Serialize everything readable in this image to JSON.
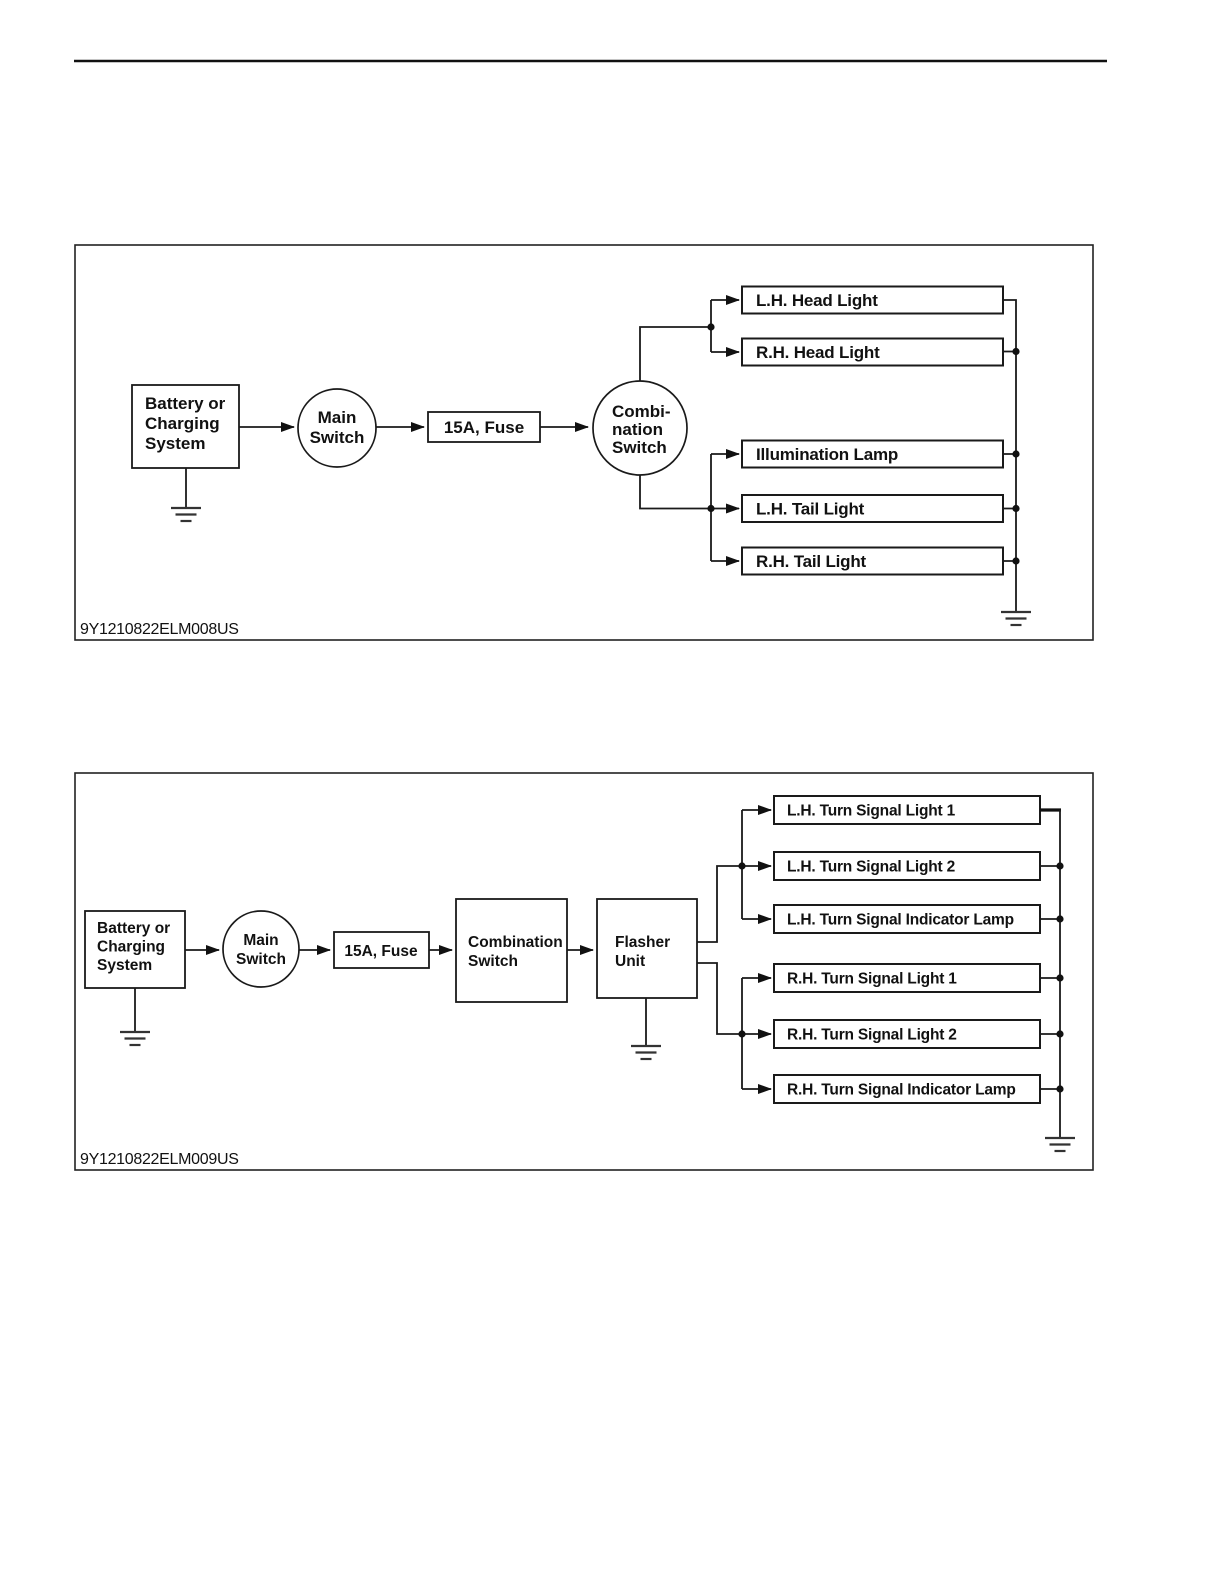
{
  "page": {
    "background": "#ffffff",
    "ink_color": "#1a1a1a"
  },
  "diagram1": {
    "figure_id": "9Y1210822ELM008US",
    "nodes": {
      "battery": {
        "lines": [
          "Battery or",
          "Charging",
          "System"
        ]
      },
      "main_switch": {
        "lines": [
          "Main",
          "Switch"
        ]
      },
      "fuse": {
        "label": "15A, Fuse"
      },
      "combination_switch": {
        "lines": [
          "Combi-",
          "nation",
          "Switch"
        ]
      }
    },
    "loads": [
      "L.H. Head Light",
      "R.H. Head Light",
      "Illumination Lamp",
      "L.H. Tail Light",
      "R.H. Tail Light"
    ]
  },
  "diagram2": {
    "figure_id": "9Y1210822ELM009US",
    "nodes": {
      "battery": {
        "lines": [
          "Battery or",
          "Charging",
          "System"
        ]
      },
      "main_switch": {
        "lines": [
          "Main",
          "Switch"
        ]
      },
      "fuse": {
        "label": "15A, Fuse"
      },
      "combination_switch": {
        "lines": [
          "Combination",
          "Switch"
        ]
      },
      "flasher_unit": {
        "lines": [
          "Flasher",
          "Unit"
        ]
      }
    },
    "loads": [
      "L.H. Turn Signal Light 1",
      "L.H. Turn Signal Light 2",
      "L.H. Turn Signal Indicator Lamp",
      "R.H. Turn Signal Light 1",
      "R.H. Turn Signal Light 2",
      "R.H. Turn Signal Indicator Lamp"
    ]
  }
}
